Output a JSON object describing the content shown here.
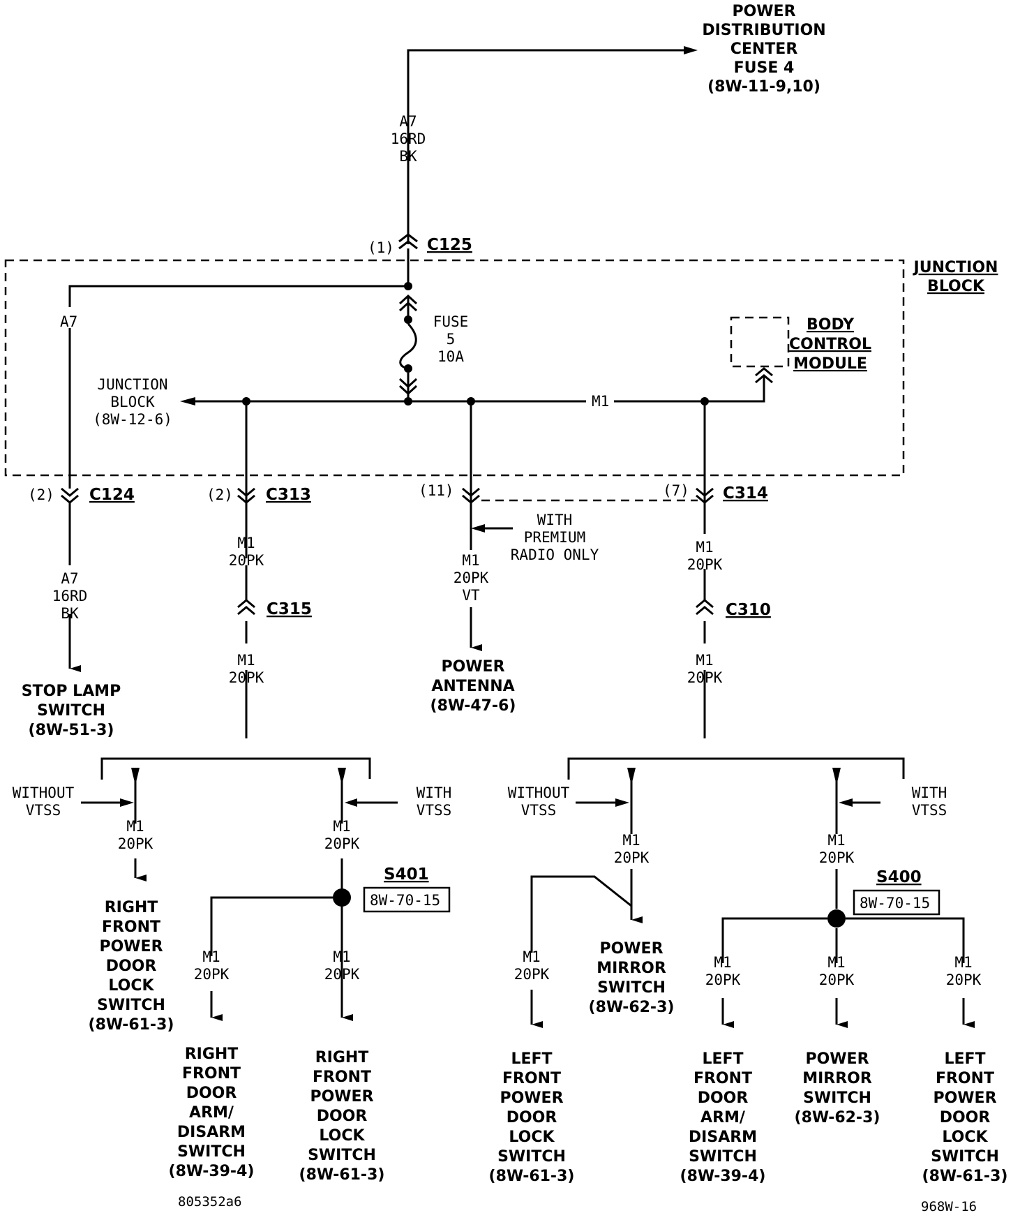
{
  "source": {
    "title": [
      "POWER",
      "DISTRIBUTION",
      "CENTER",
      "FUSE 4",
      "(8W-11-9,10)"
    ]
  },
  "feed_wire": {
    "circuit": "A7",
    "gauge_color": "16RD",
    "tracer": "BK"
  },
  "connectors": {
    "c125": {
      "name": "C125",
      "pin": "(1)"
    },
    "c124": {
      "name": "C124",
      "pin": "(2)"
    },
    "c313": {
      "name": "C313",
      "pin": "(2)"
    },
    "c314": {
      "name": "C314",
      "pin": "(7)"
    },
    "c315": {
      "name": "C315"
    },
    "c310": {
      "name": "C310"
    },
    "antenna_pin": "(11)"
  },
  "junction_block": {
    "title": [
      "JUNCTION",
      "BLOCK"
    ],
    "a7_label": "A7",
    "fuse": [
      "FUSE",
      "5",
      "10A"
    ],
    "ref_label": [
      "JUNCTION",
      "BLOCK",
      "(8W-12-6)"
    ],
    "bus_label": "M1",
    "bcm": [
      "BODY",
      "CONTROL",
      "MODULE"
    ]
  },
  "wires": {
    "m1_20pk": [
      "M1",
      "20PK"
    ],
    "antenna": [
      "M1",
      "20PK",
      "VT"
    ],
    "stop_lamp": [
      "A7",
      "16RD",
      "BK"
    ]
  },
  "notes": {
    "premium_radio": [
      "WITH",
      "PREMIUM",
      "RADIO ONLY"
    ],
    "without_vtss": [
      "WITHOUT",
      "VTSS"
    ],
    "with_vtss": [
      "WITH",
      "VTSS"
    ]
  },
  "splices": {
    "s401": {
      "name": "S401",
      "ref": "8W-70-15"
    },
    "s400": {
      "name": "S400",
      "ref": "8W-70-15"
    }
  },
  "destinations": {
    "stop_lamp": [
      "STOP LAMP",
      "SWITCH",
      "(8W-51-3)"
    ],
    "power_antenna": [
      "POWER",
      "ANTENNA",
      "(8W-47-6)"
    ],
    "rf_lock_nv": [
      "RIGHT",
      "FRONT",
      "POWER",
      "DOOR",
      "LOCK",
      "SWITCH",
      "(8W-61-3)"
    ],
    "rf_arm": [
      "RIGHT",
      "FRONT",
      "DOOR",
      "ARM/",
      "DISARM",
      "SWITCH",
      "(8W-39-4)"
    ],
    "rf_lock_v": [
      "RIGHT",
      "FRONT",
      "POWER",
      "DOOR",
      "LOCK",
      "SWITCH",
      "(8W-61-3)"
    ],
    "lf_lock_nv": [
      "LEFT",
      "FRONT",
      "POWER",
      "DOOR",
      "LOCK",
      "SWITCH",
      "(8W-61-3)"
    ],
    "mirror_nv": [
      "POWER",
      "MIRROR",
      "SWITCH",
      "(8W-62-3)"
    ],
    "lf_arm": [
      "LEFT",
      "FRONT",
      "DOOR",
      "ARM/",
      "DISARM",
      "SWITCH",
      "(8W-39-4)"
    ],
    "mirror_v": [
      "POWER",
      "MIRROR",
      "SWITCH",
      "(8W-62-3)"
    ],
    "lf_lock_v": [
      "LEFT",
      "FRONT",
      "POWER",
      "DOOR",
      "LOCK",
      "SWITCH",
      "(8W-61-3)"
    ]
  },
  "footer": {
    "left_code": "805352a6",
    "right_code": "968W-16"
  }
}
